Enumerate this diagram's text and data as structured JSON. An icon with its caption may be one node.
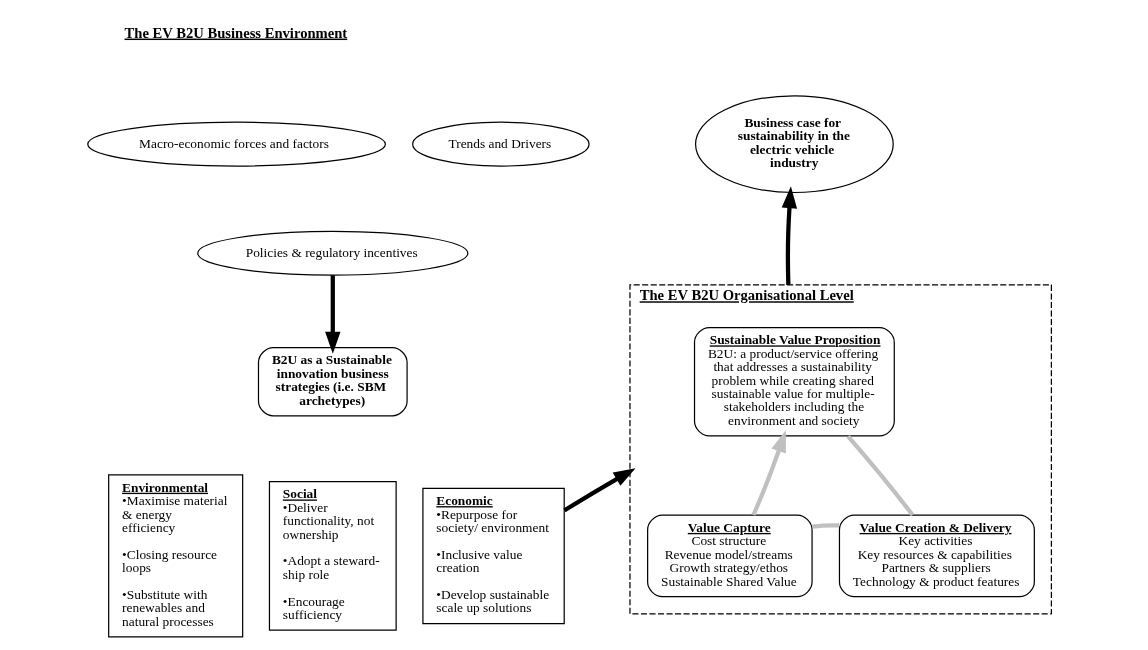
{
  "diagram": {
    "nodes": [
      {
        "text": [
          "Macro-economic forces and factors"
        ]
      },
      {
        "text": [
          "Trends and Drivers"
        ]
      },
      {
        "text": [
          "Policies & regulatory incentives"
        ]
      },
      {
        "text": [
          "B2U as a Sustainable innovation business strategies (i.e. SBM archetypes)"
        ]
      },
      {
        "text": [
          "Environmental",
          "•Maximise material & energy efficiency",
          "•Closing resource loops",
          "•Substitute with renewables and natural processes"
        ]
      },
      {
        "text": [
          "Social",
          "•Deliver functionality, not ownership",
          "•Adopt a steward-ship role",
          "•Encourage sufficiency"
        ]
      },
      {
        "text": [
          "Economic",
          "•Repurpose for society/ environment",
          "•Inclusive value creation",
          "•Develop sustainable scale up solutions"
        ]
      },
      {
        "text": [
          "The EV B2U Organisational Level"
        ]
      },
      {
        "text": [
          "Sustainable Value Proposition",
          "B2U: a product/service offering that addresses a sustainability problem while creating shared sustainable value for multiple-stakeholders including the environment and society"
        ],
        "in": 7
      },
      {
        "text": [
          "Value Capture",
          "Cost structure",
          "Revenue model/streams",
          "Growth strategy/ethos",
          "Sustainable Shared Value"
        ],
        "in": 7
      },
      {
        "text": [
          "Value Creation & Delivery",
          "Key activities",
          "Key resources & capabilities",
          "Partners & suppliers",
          "Technology & product features"
        ],
        "in": 7
      },
      {
        "text": [
          "Business case for sustainability in the electric vehicle industry"
        ]
      }
    ],
    "edges": [
      {
        "from": 2,
        "to": 3,
        "arrow": "to"
      },
      {
        "from": 6,
        "to": 7,
        "arrow": "to"
      },
      {
        "from": 7,
        "to": 11,
        "arrow": "to"
      },
      {
        "from": 8,
        "to": 10,
        "arrow": "none",
        "color": "#c0c0c0"
      },
      {
        "from": 10,
        "to": 9,
        "arrow": "none",
        "color": "#c0c0c0"
      },
      {
        "from": 9,
        "to": 8,
        "arrow": "to",
        "color": "#c0c0c0"
      }
    ],
    "labels": [
      "The EV B2U Business Environment"
    ]
  }
}
